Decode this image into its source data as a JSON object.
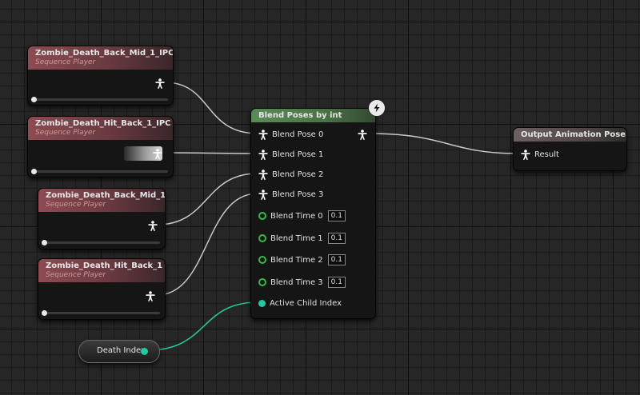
{
  "sequence_players": [
    {
      "title": "Zombie_Death_Back_Mid_1_IPC",
      "subtitle": "Sequence Player"
    },
    {
      "title": "Zombie_Death_Hit_Back_1_IPC",
      "subtitle": "Sequence Player"
    },
    {
      "title": "Zombie_Death_Back_Mid_1",
      "subtitle": "Sequence Player"
    },
    {
      "title": "Zombie_Death_Hit_Back_1",
      "subtitle": "Sequence Player"
    }
  ],
  "blend_node": {
    "title": "Blend Poses by int",
    "pose_pins": [
      "Blend Pose 0",
      "Blend Pose 1",
      "Blend Pose 2",
      "Blend Pose 3"
    ],
    "time_pins": [
      {
        "label": "Blend Time 0",
        "value": "0.1"
      },
      {
        "label": "Blend Time 1",
        "value": "0.1"
      },
      {
        "label": "Blend Time 2",
        "value": "0.1"
      },
      {
        "label": "Blend Time 3",
        "value": "0.1"
      }
    ],
    "index_pin": "Active Child Index"
  },
  "output_node": {
    "title": "Output Animation Pose",
    "pin": "Result"
  },
  "variable_node": {
    "label": "Death Index"
  },
  "colors": {
    "pose_wire": "#c8c8c8",
    "int_wire": "#26c7a0",
    "float_pin": "#37b84a",
    "seq_header": "#8d4b52",
    "blend_header": "#5b8a58"
  }
}
